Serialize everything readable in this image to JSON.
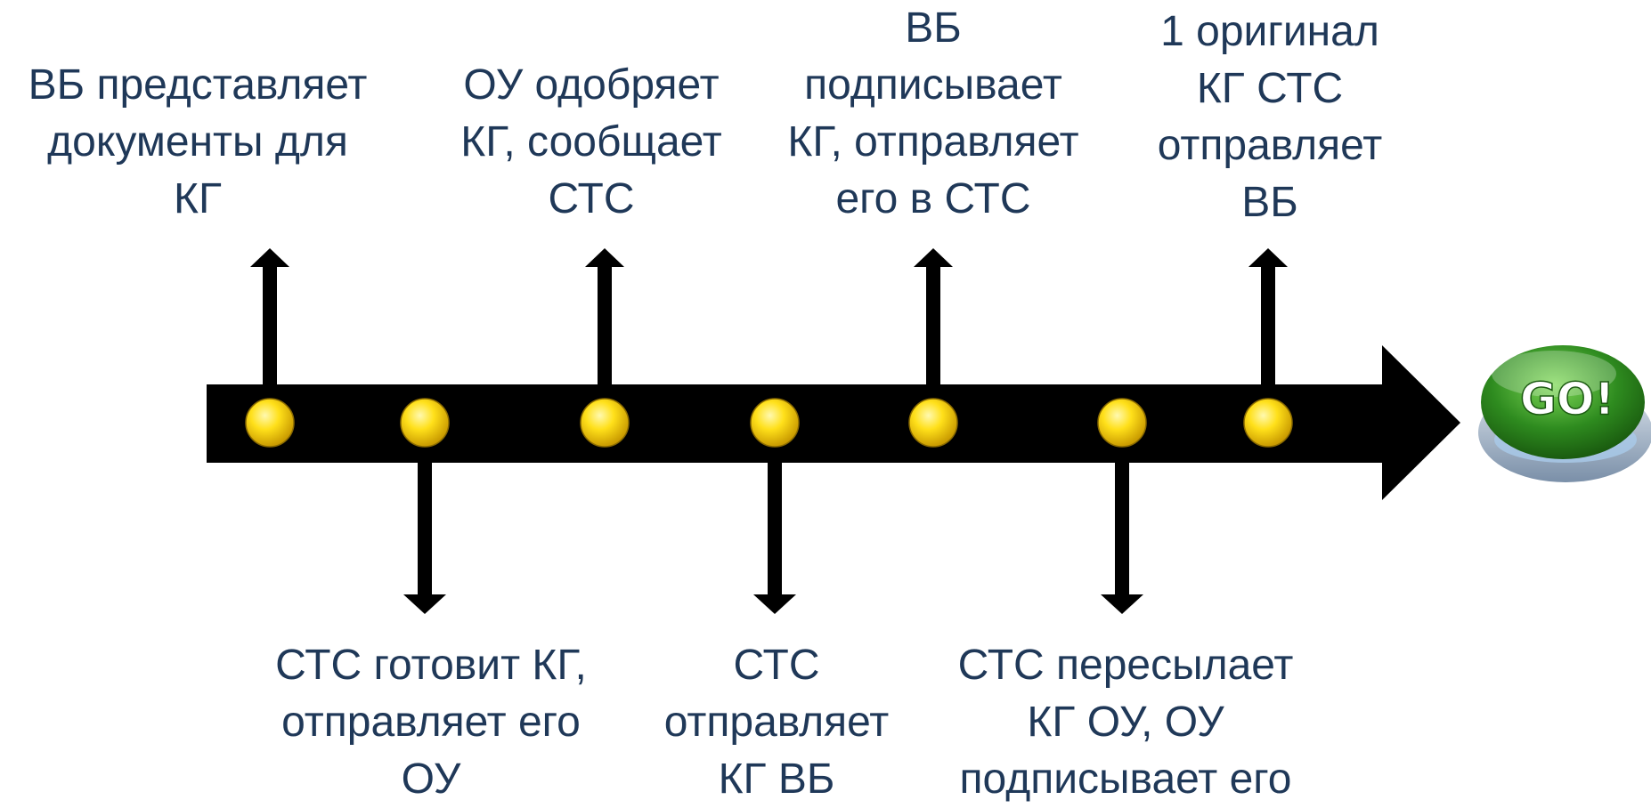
{
  "timeline": {
    "colors": {
      "bar": "#000000",
      "marker": "#f7d200",
      "label_text": "#1f3858",
      "go_button": "#2e8b1f"
    },
    "steps": [
      {
        "text": "ВБ представляет\nдокументы для\nКГ",
        "side": "above"
      },
      {
        "text": "СТС готовит КГ,\nотправляет его\nОУ",
        "side": "below"
      },
      {
        "text": "ОУ одобряет\nКГ, сообщает\nСТС",
        "side": "above"
      },
      {
        "text": "СТС\nотправляет\nКГ ВБ",
        "side": "below"
      },
      {
        "text": "ВБ\nподписывает\nКГ, отправляет\nего в СТС",
        "side": "above"
      },
      {
        "text": "СТС пересылает\nКГ ОУ, ОУ\nподписывает его",
        "side": "below"
      },
      {
        "text": "1 оригинал\nКГ СТС\nотправляет\nВБ",
        "side": "above"
      }
    ],
    "go_button": {
      "label": "GO!",
      "icon": "go-button-icon"
    }
  }
}
